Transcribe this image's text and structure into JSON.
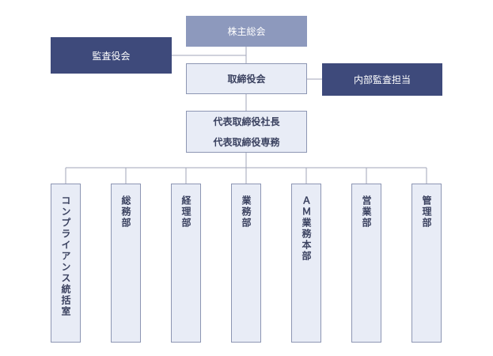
{
  "org_chart": {
    "shareholders": "株主総会",
    "auditors": "監査役会",
    "board": "取締役会",
    "internal_audit": "内部監査担当",
    "representatives": [
      "代表取締役社長",
      "代表取締役専務"
    ],
    "departments": [
      "コンプライアンス統括室",
      "総務部",
      "経理部",
      "業務部",
      "ＡＭ業務本部",
      "営業部",
      "管理部"
    ]
  },
  "colors": {
    "light_fill": "#e8ecf6",
    "border": "#8d96b3",
    "top_box": "#8d99bd",
    "dark_box": "#3e4a7b",
    "text": "#3b4260",
    "line": "#a0a6ba"
  }
}
